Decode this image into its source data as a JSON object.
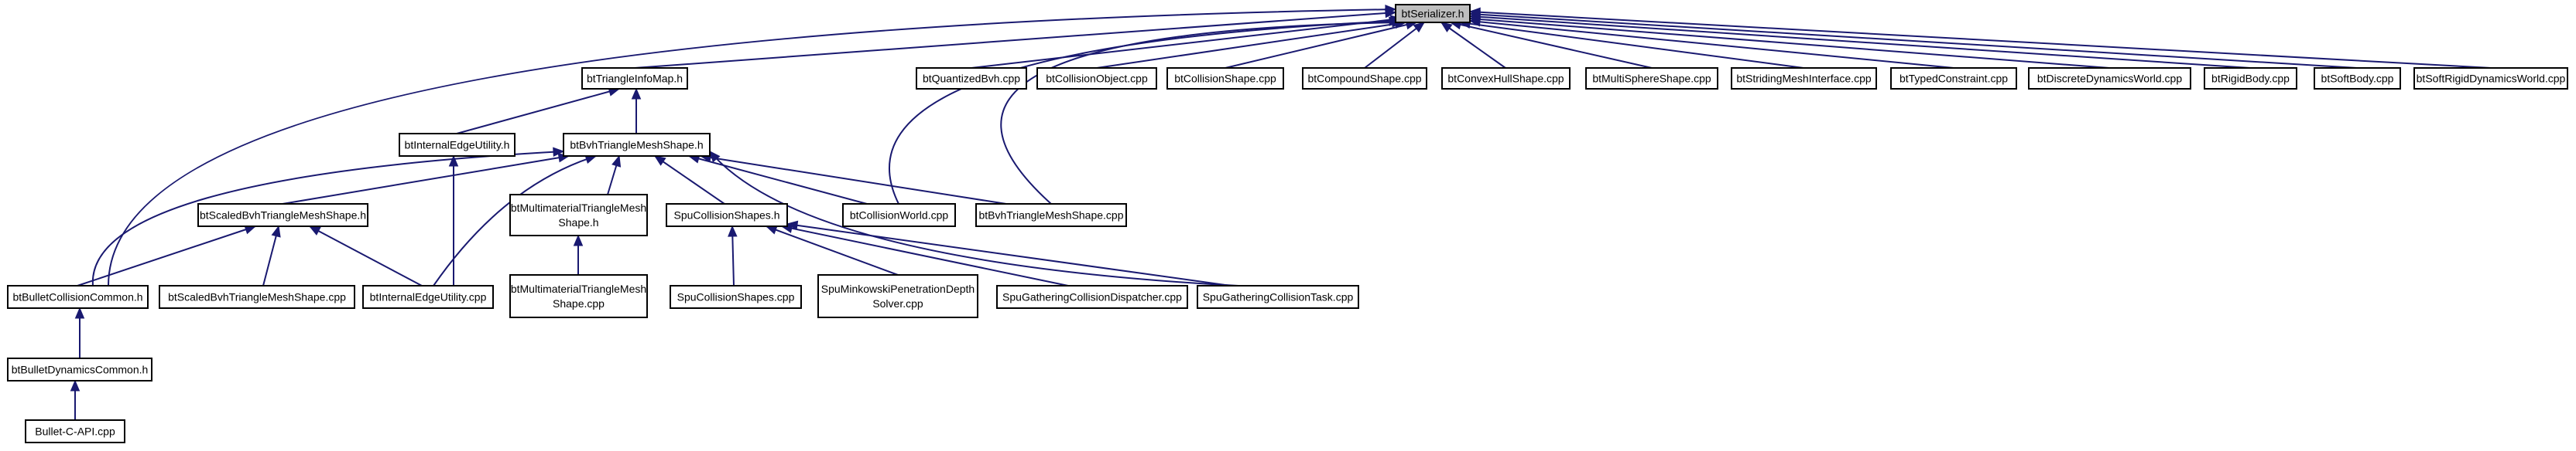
{
  "diagram": {
    "type": "include-dependency-graph",
    "nodes": [
      {
        "id": "btSerializer_h",
        "label": "btSerializer.h",
        "highlight": true
      },
      {
        "id": "btTriangleInfoMap_h",
        "label": "btTriangleInfoMap.h"
      },
      {
        "id": "btQuantizedBvh_cpp",
        "label": "btQuantizedBvh.cpp"
      },
      {
        "id": "btCollisionObject_cpp",
        "label": "btCollisionObject.cpp"
      },
      {
        "id": "btCollisionShape_cpp",
        "label": "btCollisionShape.cpp"
      },
      {
        "id": "btCompoundShape_cpp",
        "label": "btCompoundShape.cpp"
      },
      {
        "id": "btConvexHullShape_cpp",
        "label": "btConvexHullShape.cpp"
      },
      {
        "id": "btMultiSphereShape_cpp",
        "label": "btMultiSphereShape.cpp"
      },
      {
        "id": "btStridingMeshInterface_cpp",
        "label": "btStridingMeshInterface.cpp"
      },
      {
        "id": "btTypedConstraint_cpp",
        "label": "btTypedConstraint.cpp"
      },
      {
        "id": "btDiscreteDynamicsWorld_cpp",
        "label": "btDiscreteDynamicsWorld.cpp"
      },
      {
        "id": "btRigidBody_cpp",
        "label": "btRigidBody.cpp"
      },
      {
        "id": "btSoftBody_cpp",
        "label": "btSoftBody.cpp"
      },
      {
        "id": "btSoftRigidDynamicsWorld_cpp",
        "label": "btSoftRigidDynamicsWorld.cpp"
      },
      {
        "id": "btInternalEdgeUtility_h",
        "label": "btInternalEdgeUtility.h"
      },
      {
        "id": "btBvhTriangleMeshShape_h",
        "label": "btBvhTriangleMeshShape.h"
      },
      {
        "id": "btScaledBvhTriangleMeshShape_h",
        "label": "btScaledBvhTriangleMeshShape.h"
      },
      {
        "id": "btMultimaterialTriangleMeshShape_h",
        "label": "btMultimaterialTriangleMesh\nShape.h"
      },
      {
        "id": "SpuCollisionShapes_h",
        "label": "SpuCollisionShapes.h"
      },
      {
        "id": "btCollisionWorld_cpp",
        "label": "btCollisionWorld.cpp"
      },
      {
        "id": "btBvhTriangleMeshShape_cpp",
        "label": "btBvhTriangleMeshShape.cpp"
      },
      {
        "id": "btBulletCollisionCommon_h",
        "label": "btBulletCollisionCommon.h"
      },
      {
        "id": "btScaledBvhTriangleMeshShape_cpp",
        "label": "btScaledBvhTriangleMeshShape.cpp"
      },
      {
        "id": "btInternalEdgeUtility_cpp",
        "label": "btInternalEdgeUtility.cpp"
      },
      {
        "id": "btMultimaterialTriangleMeshShape_cpp",
        "label": "btMultimaterialTriangleMesh\nShape.cpp"
      },
      {
        "id": "SpuCollisionShapes_cpp",
        "label": "SpuCollisionShapes.cpp"
      },
      {
        "id": "SpuMinkowskiPenetrationDepthSolver_cpp",
        "label": "SpuMinkowskiPenetrationDepth\nSolver.cpp"
      },
      {
        "id": "SpuGatheringCollisionDispatcher_cpp",
        "label": "SpuGatheringCollisionDispatcher.cpp"
      },
      {
        "id": "SpuGatheringCollisionTask_cpp",
        "label": "SpuGatheringCollisionTask.cpp"
      },
      {
        "id": "btBulletDynamicsCommon_h",
        "label": "btBulletDynamicsCommon.h"
      },
      {
        "id": "Bullet_C_API_cpp",
        "label": "Bullet-C-API.cpp"
      }
    ],
    "edges": [
      {
        "from": "btTriangleInfoMap_h",
        "to": "btSerializer_h"
      },
      {
        "from": "btQuantizedBvh_cpp",
        "to": "btSerializer_h"
      },
      {
        "from": "btCollisionObject_cpp",
        "to": "btSerializer_h"
      },
      {
        "from": "btCollisionShape_cpp",
        "to": "btSerializer_h"
      },
      {
        "from": "btCompoundShape_cpp",
        "to": "btSerializer_h"
      },
      {
        "from": "btConvexHullShape_cpp",
        "to": "btSerializer_h"
      },
      {
        "from": "btMultiSphereShape_cpp",
        "to": "btSerializer_h"
      },
      {
        "from": "btStridingMeshInterface_cpp",
        "to": "btSerializer_h"
      },
      {
        "from": "btTypedConstraint_cpp",
        "to": "btSerializer_h"
      },
      {
        "from": "btDiscreteDynamicsWorld_cpp",
        "to": "btSerializer_h"
      },
      {
        "from": "btRigidBody_cpp",
        "to": "btSerializer_h"
      },
      {
        "from": "btSoftBody_cpp",
        "to": "btSerializer_h"
      },
      {
        "from": "btSoftRigidDynamicsWorld_cpp",
        "to": "btSerializer_h"
      },
      {
        "from": "btBulletCollisionCommon_h",
        "to": "btSerializer_h"
      },
      {
        "from": "btCollisionWorld_cpp",
        "to": "btSerializer_h"
      },
      {
        "from": "btBvhTriangleMeshShape_cpp",
        "to": "btSerializer_h"
      },
      {
        "from": "btInternalEdgeUtility_h",
        "to": "btTriangleInfoMap_h"
      },
      {
        "from": "btBvhTriangleMeshShape_h",
        "to": "btTriangleInfoMap_h"
      },
      {
        "from": "btInternalEdgeUtility_cpp",
        "to": "btInternalEdgeUtility_h"
      },
      {
        "from": "btScaledBvhTriangleMeshShape_h",
        "to": "btBvhTriangleMeshShape_h"
      },
      {
        "from": "btMultimaterialTriangleMeshShape_h",
        "to": "btBvhTriangleMeshShape_h"
      },
      {
        "from": "SpuCollisionShapes_h",
        "to": "btBvhTriangleMeshShape_h"
      },
      {
        "from": "btCollisionWorld_cpp",
        "to": "btBvhTriangleMeshShape_h"
      },
      {
        "from": "btBvhTriangleMeshShape_cpp",
        "to": "btBvhTriangleMeshShape_h"
      },
      {
        "from": "btBulletCollisionCommon_h",
        "to": "btBvhTriangleMeshShape_h"
      },
      {
        "from": "btInternalEdgeUtility_cpp",
        "to": "btBvhTriangleMeshShape_h"
      },
      {
        "from": "SpuGatheringCollisionTask_cpp",
        "to": "btBvhTriangleMeshShape_h"
      },
      {
        "from": "btBulletCollisionCommon_h",
        "to": "btScaledBvhTriangleMeshShape_h"
      },
      {
        "from": "btScaledBvhTriangleMeshShape_cpp",
        "to": "btScaledBvhTriangleMeshShape_h"
      },
      {
        "from": "btInternalEdgeUtility_cpp",
        "to": "btScaledBvhTriangleMeshShape_h"
      },
      {
        "from": "btMultimaterialTriangleMeshShape_cpp",
        "to": "btMultimaterialTriangleMeshShape_h"
      },
      {
        "from": "SpuCollisionShapes_cpp",
        "to": "SpuCollisionShapes_h"
      },
      {
        "from": "SpuMinkowskiPenetrationDepthSolver_cpp",
        "to": "SpuCollisionShapes_h"
      },
      {
        "from": "SpuGatheringCollisionDispatcher_cpp",
        "to": "SpuCollisionShapes_h"
      },
      {
        "from": "SpuGatheringCollisionTask_cpp",
        "to": "SpuCollisionShapes_h"
      },
      {
        "from": "btBulletDynamicsCommon_h",
        "to": "btBulletCollisionCommon_h"
      },
      {
        "from": "Bullet_C_API_cpp",
        "to": "btBulletDynamicsCommon_h"
      }
    ],
    "colors": {
      "edge": "#191970",
      "node_border": "#000000",
      "node_fill": "#ffffff",
      "root_fill": "#bfbfbf"
    }
  }
}
